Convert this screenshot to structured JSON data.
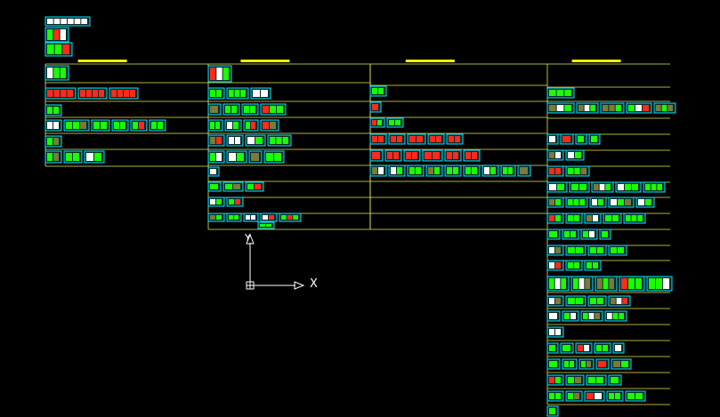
{
  "viewport": {
    "name": "cad-model-space",
    "background": "#000000"
  },
  "colors": {
    "grid_line": "#e8e85a",
    "sheet_border": "#00e5ff",
    "sheet_fill_primary": "#19ff00",
    "sheet_fill_accent": "#ff2a1a",
    "sheet_fill_white": "#ffffff",
    "title_text": "#ffff00",
    "ucs": "#ffffff"
  },
  "ucs_icon": {
    "x_label": "X",
    "y_label": "Y"
  },
  "columns": [
    {
      "id": "col-1",
      "title": ""
    },
    {
      "id": "col-2",
      "title": ""
    },
    {
      "id": "col-3",
      "title": ""
    },
    {
      "id": "col-4",
      "title": ""
    }
  ],
  "icons": {
    "ucs": "ucs-axis-icon",
    "sheet": "drawing-sheet-icon"
  }
}
